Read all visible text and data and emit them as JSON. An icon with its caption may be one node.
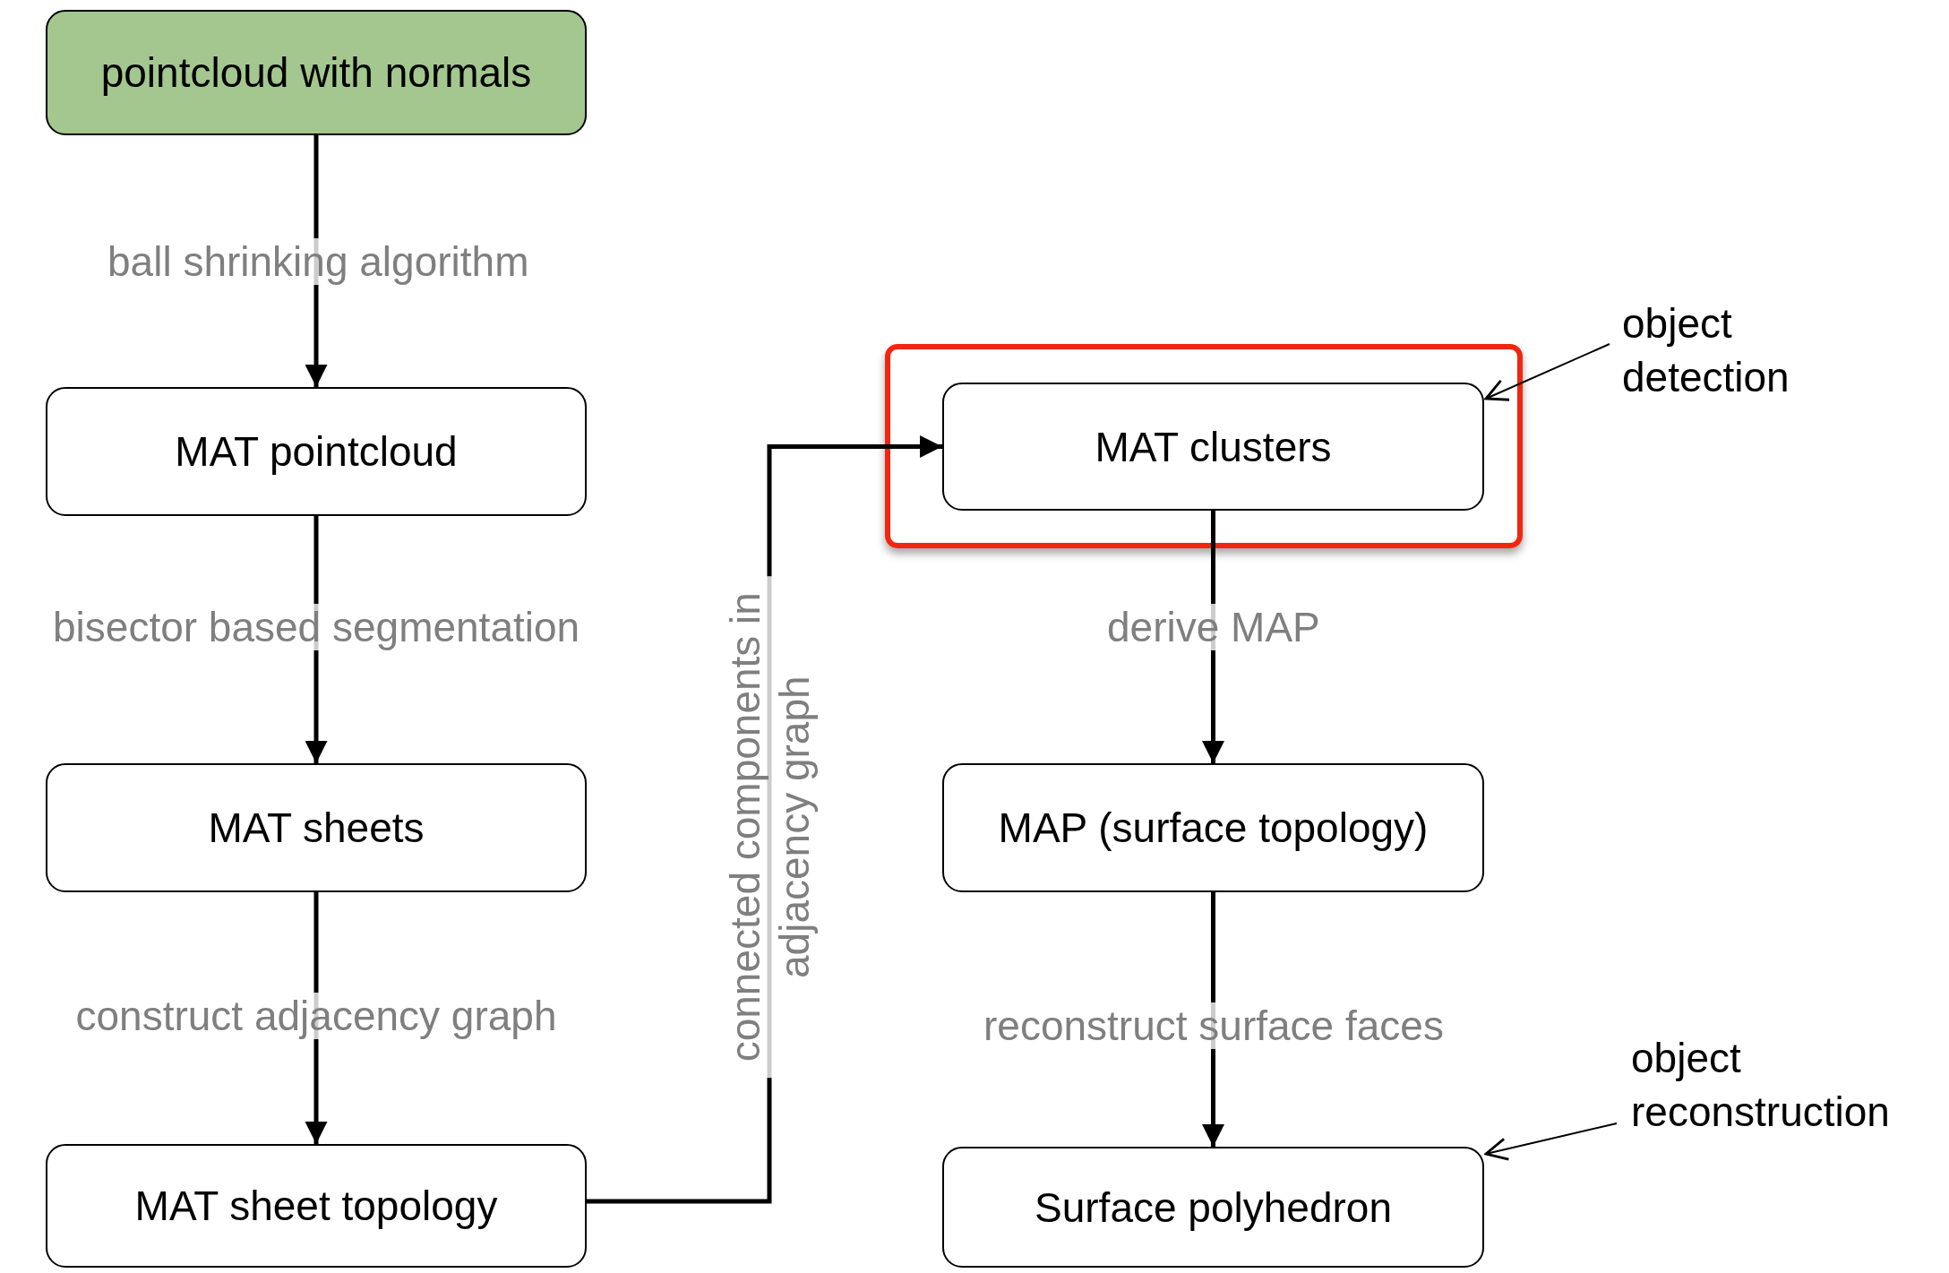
{
  "diagram": {
    "nodes": [
      {
        "text": [
          "pointcloud with normals"
        ]
      },
      {
        "text": [
          "MAT pointcloud"
        ]
      },
      {
        "text": [
          "MAT sheets"
        ]
      },
      {
        "text": [
          "MAT sheet topology"
        ]
      },
      {
        "text": [],
        "shape": "box"
      },
      {
        "text": [
          "MAT clusters"
        ],
        "in": 4
      },
      {
        "text": [
          "MAP (surface topology)"
        ]
      },
      {
        "text": [
          "Surface polyhedron"
        ]
      },
      {
        "text": [
          "object detection"
        ]
      },
      {
        "text": [
          "object reconstruction"
        ]
      }
    ],
    "edges": [
      {
        "from": 0,
        "to": 1,
        "arrow": "to",
        "label": "ball shrinking algorithm"
      },
      {
        "from": 1,
        "to": 2,
        "arrow": "to",
        "label": "bisector based segmentation"
      },
      {
        "from": 2,
        "to": 3,
        "arrow": "to",
        "label": "construct adjacency graph"
      },
      {
        "from": 3,
        "to": 5,
        "arrow": "to",
        "label": "connected components in adjacency graph"
      },
      {
        "from": 5,
        "to": 6,
        "arrow": "to",
        "label": "derive MAP"
      },
      {
        "from": 6,
        "to": 7,
        "arrow": "to",
        "label": "reconstruct surface faces"
      },
      {
        "from": 8,
        "to": 5,
        "arrow": "to"
      },
      {
        "from": 9,
        "to": 7,
        "arrow": "to"
      }
    ]
  }
}
